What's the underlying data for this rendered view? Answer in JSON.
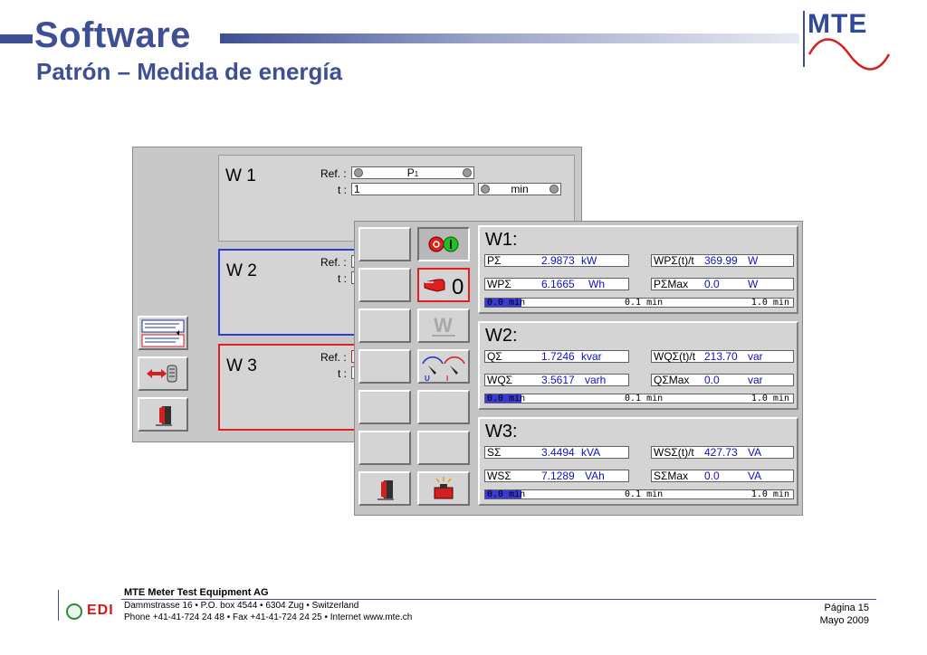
{
  "header": {
    "title": "Software",
    "subtitle": "Patrón – Medida de energía",
    "logo": "MTE",
    "brand_color": "#3e4f94"
  },
  "back_window": {
    "panels": [
      {
        "name": "W 1",
        "ref_label": "Ref. :",
        "ref_value": "P",
        "ref_sub": "1",
        "t_label": "t :",
        "t_value": "1",
        "t_unit": "min"
      },
      {
        "name": "W 2",
        "ref_label": "Ref. :",
        "t_label": "t :"
      },
      {
        "name": "W 3",
        "ref_label": "Ref. :",
        "t_label": "t :"
      }
    ],
    "side_buttons": [
      "list-config-icon",
      "transfer-icon",
      "exit-door-icon"
    ]
  },
  "front_window": {
    "buttons": [
      "start-stop-icon",
      "pointer-zero-icon",
      "energy-w-icon",
      "voltage-current-icon",
      "exit-door-icon",
      "alarm-lamp-icon"
    ],
    "groups": [
      {
        "title": "W1:",
        "left_rows": [
          {
            "name": "PΣ",
            "value": "2.9873",
            "unit": "kW"
          },
          {
            "name": "WPΣ",
            "value": "6.1665",
            "unit": "Wh"
          }
        ],
        "right_rows": [
          {
            "name": "WPΣ(t)/t",
            "value": "369.99",
            "unit": "W"
          },
          {
            "name": "PΣMax",
            "value": "0.0",
            "unit": "W"
          }
        ],
        "time": {
          "start": "0.0 min",
          "mid": "0.1 min",
          "end": "1.0 min"
        }
      },
      {
        "title": "W2:",
        "left_rows": [
          {
            "name": "QΣ",
            "value": "1.7246",
            "unit": "kvar"
          },
          {
            "name": "WQΣ",
            "value": "3.5617",
            "unit": "varh"
          }
        ],
        "right_rows": [
          {
            "name": "WQΣ(t)/t",
            "value": "213.70",
            "unit": "var"
          },
          {
            "name": "QΣMax",
            "value": "0.0",
            "unit": "var"
          }
        ],
        "time": {
          "start": "0.0 min",
          "mid": "0.1 min",
          "end": "1.0 min"
        }
      },
      {
        "title": "W3:",
        "left_rows": [
          {
            "name": "SΣ",
            "value": "3.4494",
            "unit": "kVA"
          },
          {
            "name": "WSΣ",
            "value": "7.1289",
            "unit": "VAh"
          }
        ],
        "right_rows": [
          {
            "name": "WSΣ(t)/t",
            "value": "427.73",
            "unit": "VA"
          },
          {
            "name": "SΣMax",
            "value": "0.0",
            "unit": "VA"
          }
        ],
        "time": {
          "start": "0.0 min",
          "mid": "0.1 min",
          "end": "1.0 min"
        }
      }
    ]
  },
  "footer": {
    "company": "MTE Meter Test Equipment AG",
    "address": "Dammstrasse 16 • P.O. box 4544 • 6304 Zug • Switzerland",
    "contact": "Phone +41-41-724 24 48 • Fax +41-41-724 24 25 • Internet www.mte.ch",
    "page": "Página 15",
    "date": "Mayo 2009",
    "edi": "EDI"
  }
}
